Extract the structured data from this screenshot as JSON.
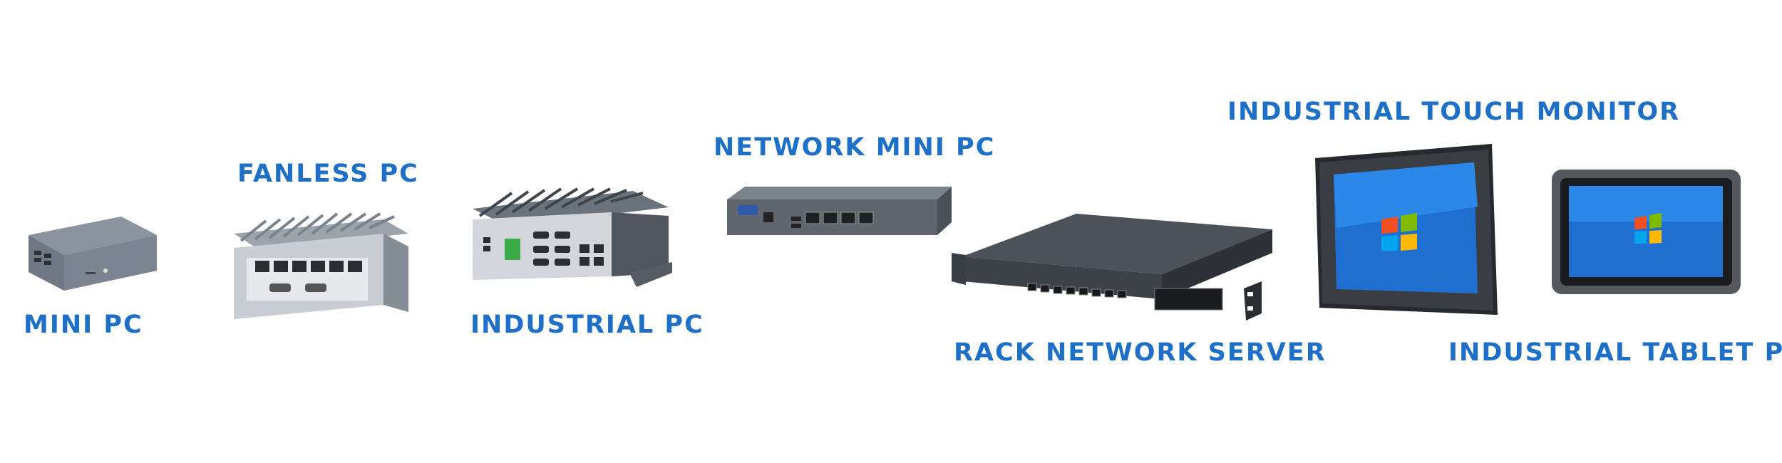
{
  "products": [
    {
      "id": "mini-pc",
      "label": "MINI PC",
      "image": "mini-pc-box"
    },
    {
      "id": "fanless-pc",
      "label": "FANLESS PC",
      "image": "fanless-pc-box"
    },
    {
      "id": "industrial-pc",
      "label": "INDUSTRIAL PC",
      "image": "industrial-pc-box"
    },
    {
      "id": "network-mini-pc",
      "label": "NETWORK MINI PC",
      "image": "network-mini-pc-box"
    },
    {
      "id": "rack-network-server",
      "label": "RACK NETWORK SERVER",
      "image": "rack-server-1u"
    },
    {
      "id": "industrial-touch-monitor",
      "label": "INDUSTRIAL TOUCH MONITOR",
      "image": "touch-monitor-windows7"
    },
    {
      "id": "industrial-tablet-pc",
      "label": "INDUSTRIAL TABLET PC",
      "image": "tablet-pc-windows7"
    }
  ],
  "colors": {
    "label": "#1e6fc8",
    "background": "#ffffff",
    "screen": "#1f6fd0"
  }
}
